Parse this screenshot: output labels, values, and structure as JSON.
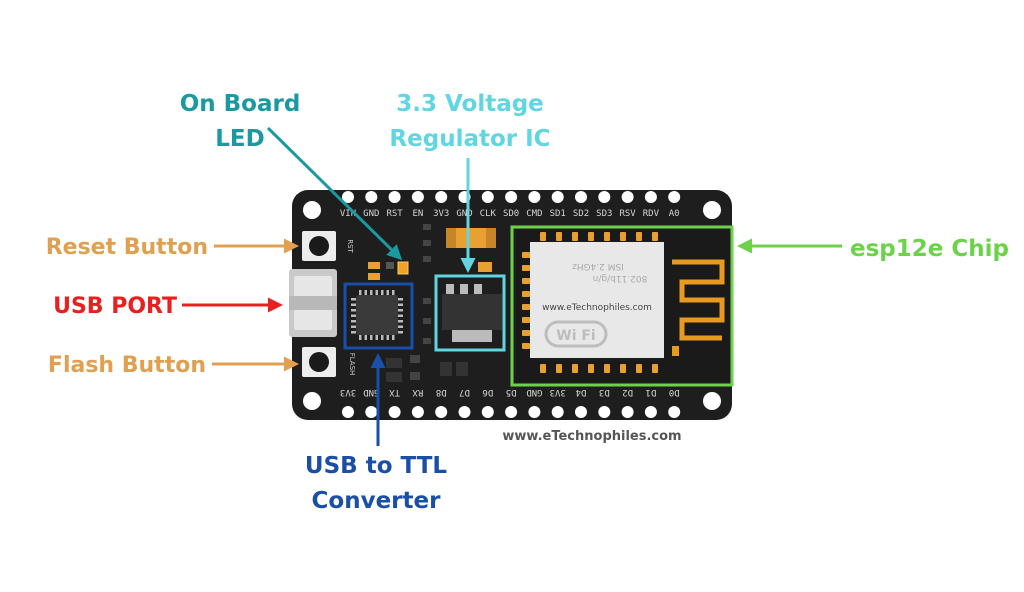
{
  "colors": {
    "background": "#ffffff",
    "board": "#1e1e1e",
    "teal": "#1a9aa0",
    "cyan": "#5fd6e0",
    "orange": "#e0a050",
    "red": "#e82020",
    "blue": "#1a4fa8",
    "green": "#6cd24a",
    "led": "#f2a22a"
  },
  "labels": {
    "onboard_led_line1": "On Board",
    "onboard_led_line2": "LED",
    "regulator_line1": "3.3 Voltage",
    "regulator_line2": "Regulator IC",
    "reset_button": "Reset Button",
    "usb_port": "USB PORT",
    "flash_button": "Flash Button",
    "esp_chip": "esp12e Chip",
    "usb_ttl_line1": "USB to TTL",
    "usb_ttl_line2": "Converter"
  },
  "board": {
    "top_pins": [
      "VIN",
      "GND",
      "RST",
      "EN",
      "3V3",
      "GND",
      "CLK",
      "SD0",
      "CMD",
      "SD1",
      "SD2",
      "SD3",
      "RSV",
      "RDV",
      "A0"
    ],
    "bottom_pins": [
      "3V3",
      "GND",
      "TX",
      "RX",
      "D8",
      "D7",
      "D6",
      "D5",
      "GND",
      "3V3",
      "D4",
      "D3",
      "D2",
      "D1",
      "D0"
    ],
    "rst_silk": "RST",
    "flash_silk": "FLASH",
    "module_text_1": "ISM 2.4GHz",
    "module_text_2": "802.11b/g/n",
    "module_watermark": "www.eTechnophiles.com",
    "wifi_logo": "Wi Fi",
    "website": "www.eTechnophiles.com"
  }
}
